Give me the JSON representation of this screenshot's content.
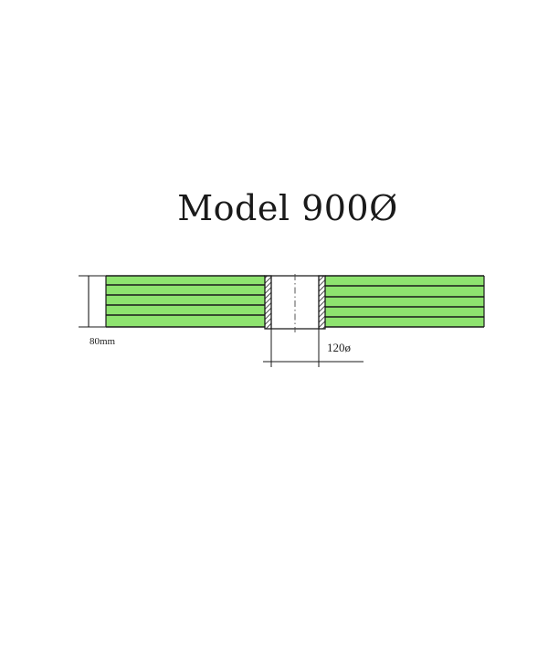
{
  "title": "Model 900Ø",
  "dimensions": {
    "height_label": "80mm",
    "diameter_label": "120ø"
  },
  "colors": {
    "fill": "#8ee36f",
    "stroke": "#1a1a1a",
    "background": "#ffffff"
  }
}
